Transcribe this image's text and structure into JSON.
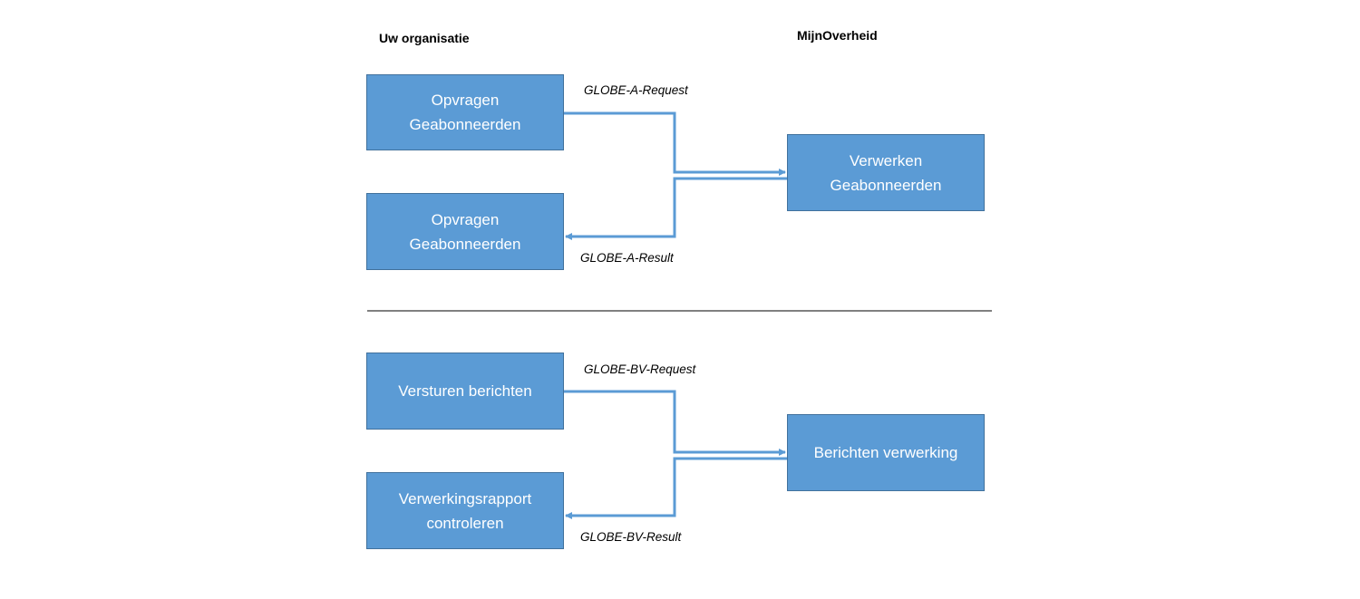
{
  "headers": {
    "left": "Uw organisatie",
    "right": "MijnOverheid"
  },
  "section_a": {
    "request_box": [
      "Opvragen",
      "Geabonneerden"
    ],
    "result_box": [
      "Opvragen",
      "Geabonneerden"
    ],
    "process_box": [
      "Verwerken",
      "Geabonneerden"
    ],
    "request_label": "GLOBE-A-Request",
    "result_label": "GLOBE-A-Result"
  },
  "section_bv": {
    "request_box": [
      "Versturen berichten"
    ],
    "result_box": [
      "Verwerkingsrapport",
      "controleren"
    ],
    "process_box": [
      "Berichten verwerking"
    ],
    "request_label": "GLOBE-BV-Request",
    "result_label": "GLOBE-BV-Result"
  },
  "colors": {
    "box_fill": "#5b9bd5",
    "box_border": "#41719c",
    "connector": "#5b9bd5",
    "divider": "#000000"
  }
}
